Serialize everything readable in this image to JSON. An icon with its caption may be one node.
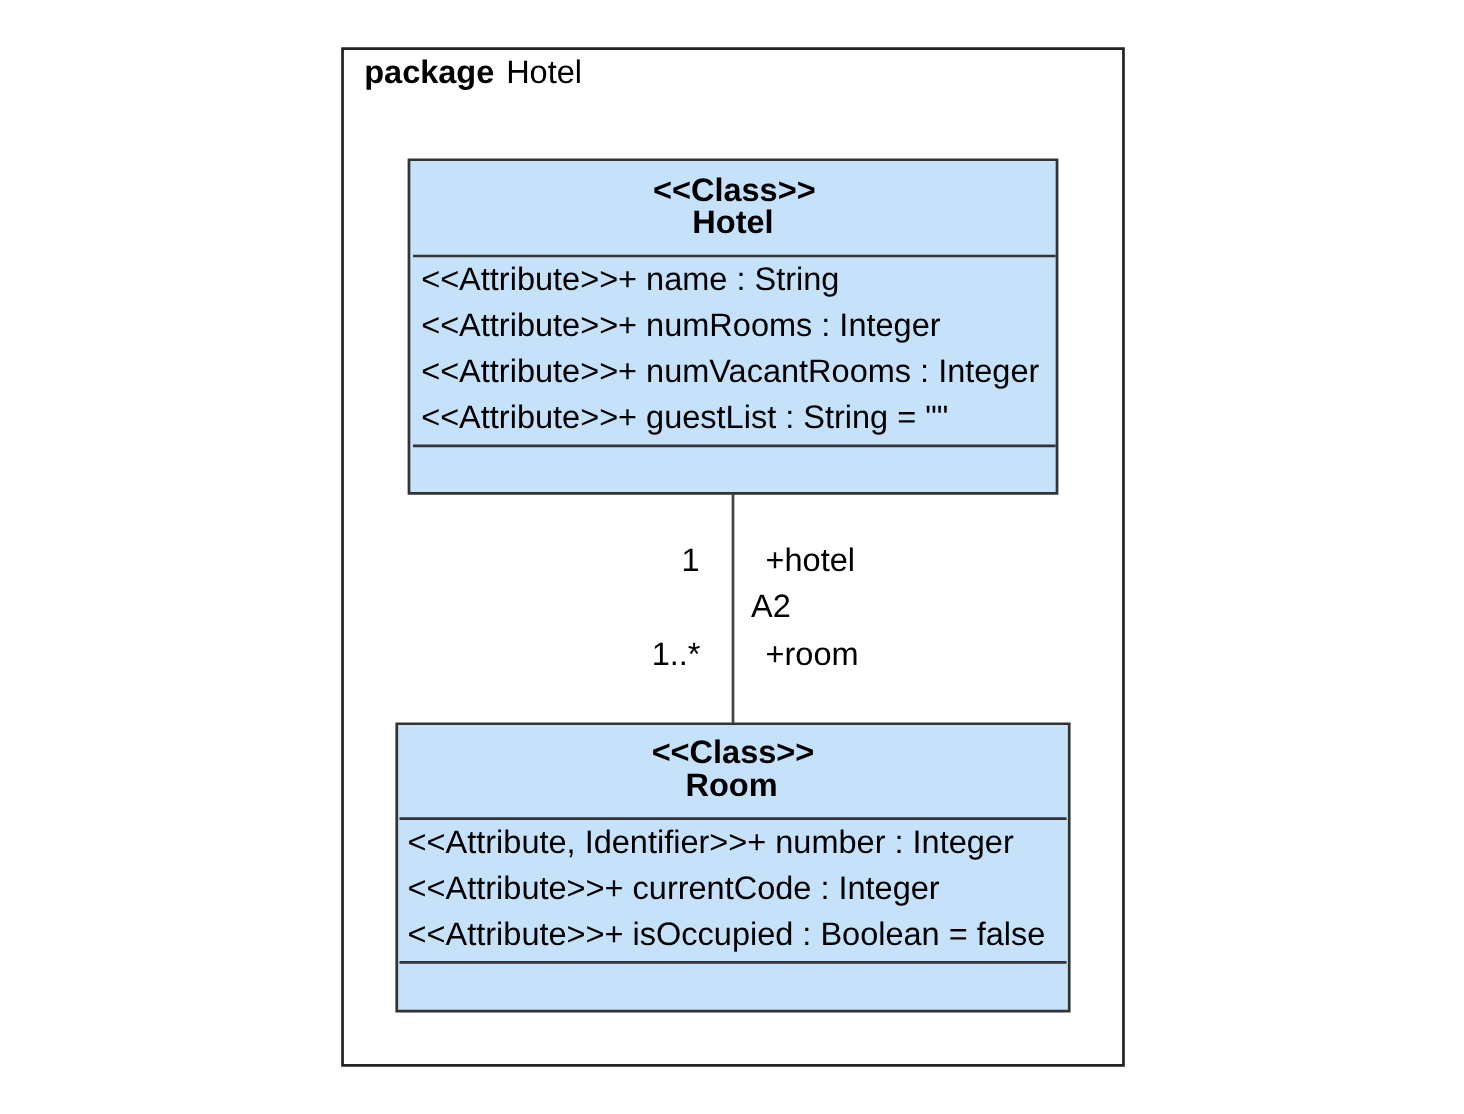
{
  "diagram": {
    "nodes": [
      {
        "text": [
          "**package** Hotel"
        ]
      },
      {
        "text": [
          "<<Class>>",
          "Hotel",
          "<<Attribute>>+ name : String",
          "<<Attribute>>+ numRooms : Integer",
          "<<Attribute>>+ numVacantRooms : Integer",
          "<<Attribute>>+ guestList : String = \"\""
        ],
        "in": 0
      },
      {
        "text": [
          "<<Class>>",
          "Room",
          "<<Attribute, Identifier>>+ number : Integer",
          "<<Attribute>>+ currentCode : Integer",
          "<<Attribute>>+ isOccupied : Boolean = false"
        ],
        "in": 0
      }
    ],
    "edges": [
      {
        "from": 1,
        "to": 2,
        "arrow": "none",
        "label": "A2"
      }
    ],
    "labels": [
      "1",
      "+hotel",
      "1..*",
      "+room"
    ]
  }
}
